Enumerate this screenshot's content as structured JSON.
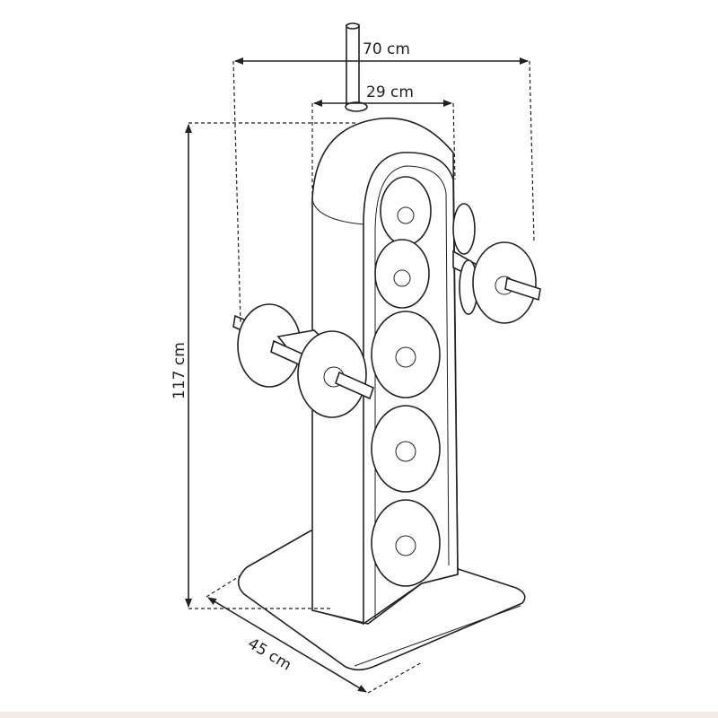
{
  "dimensions": {
    "width_total": "70 cm",
    "width_tower": "29 cm",
    "height": "117 cm",
    "depth": "45 cm"
  },
  "colors": {
    "line": "#222222",
    "background": "#ffffff"
  }
}
